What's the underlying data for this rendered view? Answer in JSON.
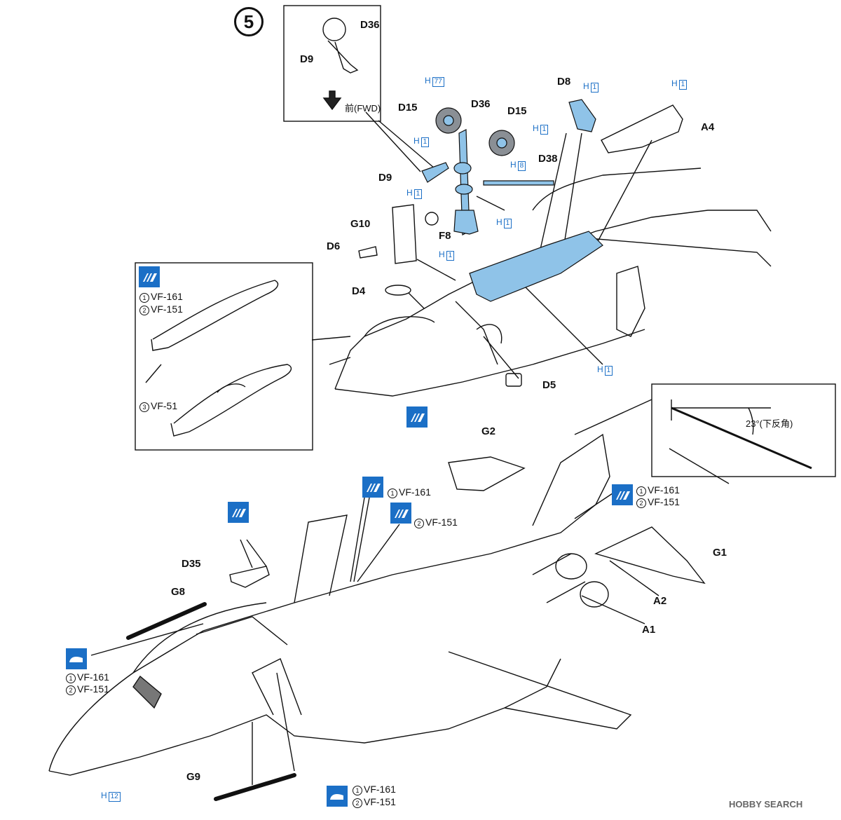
{
  "step_number": "5",
  "parts": {
    "d36_top": "D36",
    "d9_top": "D9",
    "d15_left": "D15",
    "d36_mid": "D36",
    "d15_right": "D15",
    "d8": "D8",
    "a4": "A4",
    "d38": "D38",
    "d9_mid": "D9",
    "g10": "G10",
    "f8": "F8",
    "d6": "D6",
    "d4": "D4",
    "d5": "D5",
    "g2": "G2",
    "g1": "G1",
    "d35": "D35",
    "g8": "G8",
    "a2": "A2",
    "a1": "A1",
    "g9": "G9"
  },
  "fwd_label": "前(FWD)",
  "angle_label": "23°(下反角)",
  "h_labels": [
    {
      "h": "H",
      "n": "77"
    },
    {
      "h": "H",
      "n": "1"
    },
    {
      "h": "H",
      "n": "1"
    },
    {
      "h": "H",
      "n": "1"
    },
    {
      "h": "H",
      "n": "8"
    },
    {
      "h": "H",
      "n": "1"
    },
    {
      "h": "H",
      "n": "1"
    },
    {
      "h": "H",
      "n": "1"
    },
    {
      "h": "H",
      "n": "1"
    },
    {
      "h": "H",
      "n": "1"
    },
    {
      "h": "H",
      "n": "12"
    }
  ],
  "inset_left": {
    "v1": "VF-161",
    "v1n": "1",
    "v2": "VF-151",
    "v2n": "2",
    "v3": "VF-51",
    "v3n": "3"
  },
  "tail_vf161": "VF-161",
  "tail_vf151": "VF-151",
  "stab_vf161": "VF-161",
  "stab_vf151": "VF-151",
  "canopy_vf161": "VF-161",
  "canopy_vf151": "VF-151",
  "g9_vf161": "VF-161",
  "g9_vf151": "VF-151",
  "watermark": "HOBBY SEARCH",
  "colors": {
    "part_blue": "#8fc3e8",
    "label_blue": "#1b6fc6",
    "line": "#111111"
  }
}
